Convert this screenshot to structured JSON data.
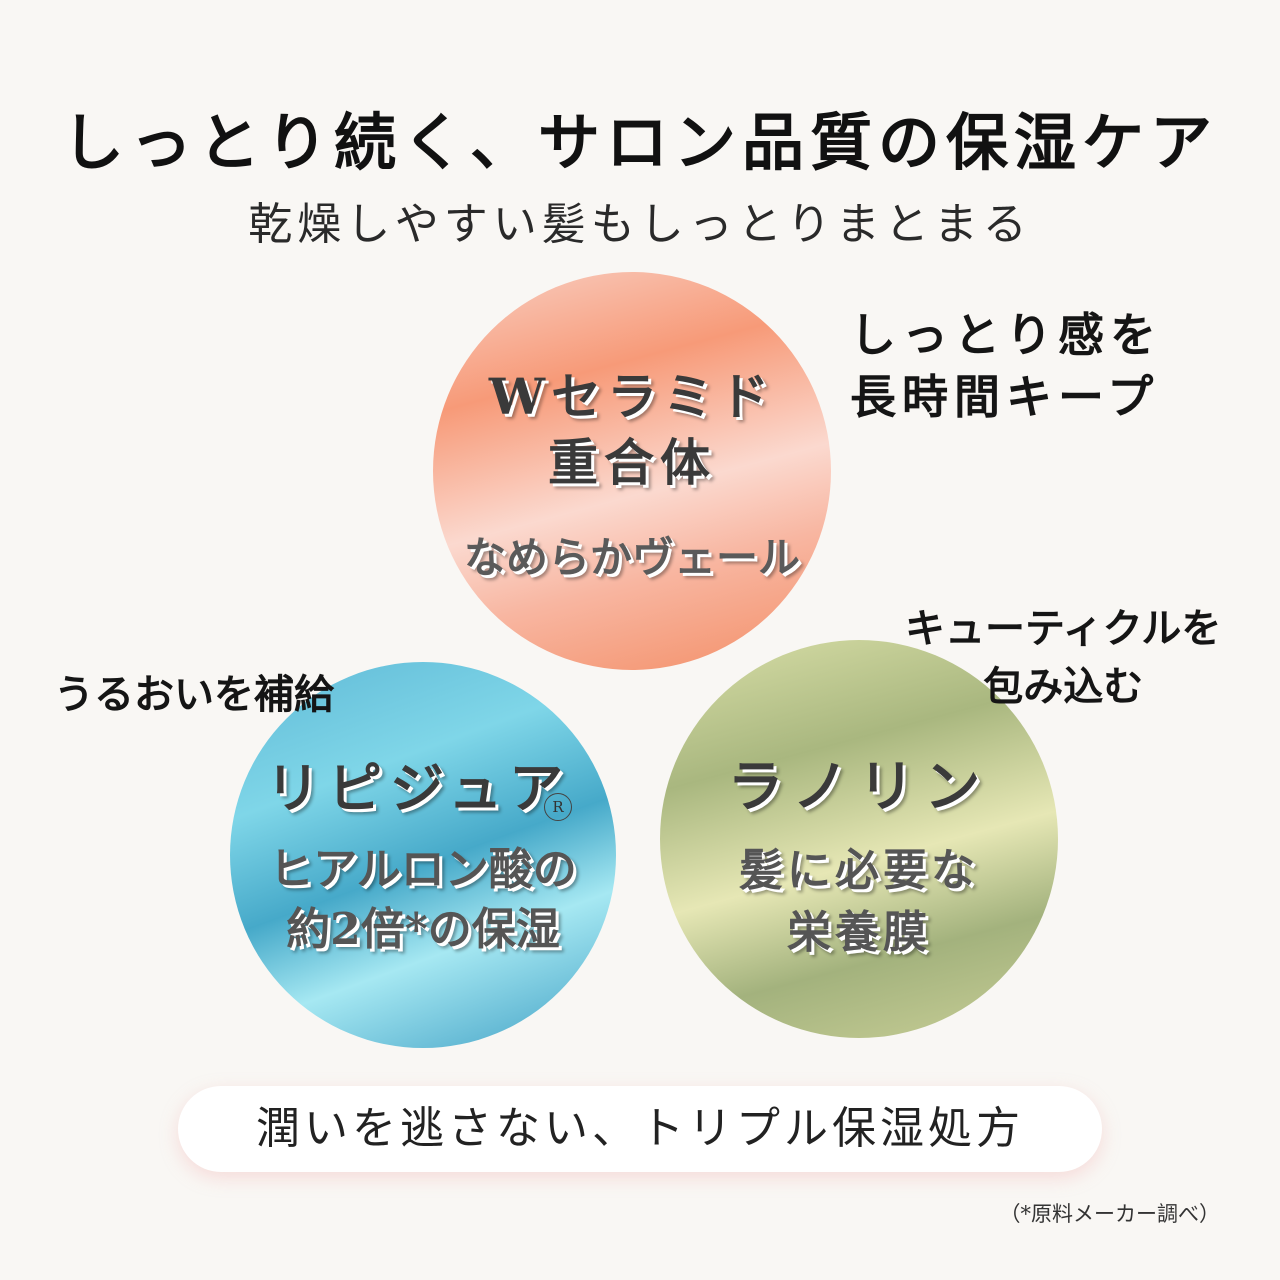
{
  "header": {
    "title": "しっとり続く、サロン品質の保湿ケア",
    "subtitle": "乾燥しやすい髪もしっとりまとまる"
  },
  "circles": {
    "ceramide": {
      "name_line1": "Wセラミド",
      "name_line2": "重合体",
      "desc": "なめらかヴェール",
      "color": "#f79a78"
    },
    "lipidure": {
      "name": "リピジュア",
      "reg_mark": "R",
      "desc_line1": "ヒアルロン酸の",
      "desc_line2": "約2倍*の保湿",
      "color": "#5fb9d6"
    },
    "lanolin": {
      "name": "ラノリン",
      "desc_line1": "髪に必要な",
      "desc_line2": "栄養膜",
      "color": "#a9b77f"
    }
  },
  "notes": {
    "ceramide_line1": "しっとり感を",
    "ceramide_line2": "長時間キープ",
    "lipidure": "うるおいを補給",
    "lanolin_line1": "キューティクルを",
    "lanolin_line2": "包み込む"
  },
  "banner": {
    "text": "潤いを逃さない、トリプル保湿処方"
  },
  "footnote": "（*原料メーカー調べ）"
}
